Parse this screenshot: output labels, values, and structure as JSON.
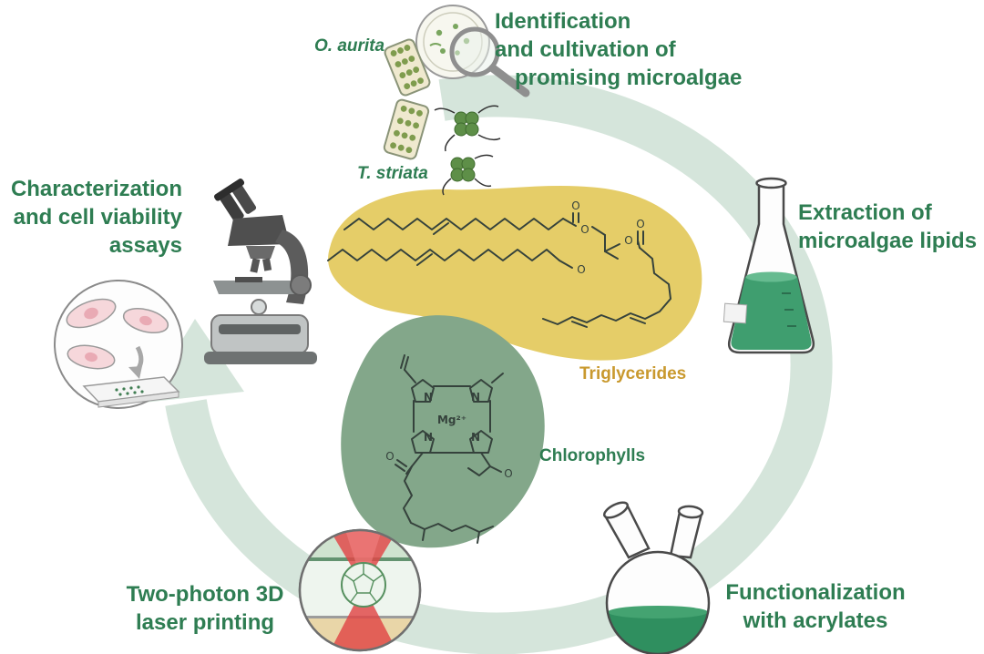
{
  "palette": {
    "green_dark": "#2e7d52",
    "arrow_green": "#d5e5db",
    "yellow_blob": "#e5cd68",
    "sage_blob": "#83a78a",
    "mustard_text": "#c9992e",
    "laser_red": "#e04545",
    "liquid_green": "#3f9e6f",
    "liquid_dark": "#2f8f5f",
    "cell_pink": "#f6d7db"
  },
  "stages": {
    "identification": {
      "lines": [
        "Identification",
        "and cultivation of",
        "promising microalgae"
      ]
    },
    "extraction": {
      "lines": [
        "Extraction of",
        "microalgae lipids"
      ]
    },
    "functionalization": {
      "lines": [
        "Functionalization",
        "with acrylates"
      ]
    },
    "laser_printing": {
      "lines": [
        "Two-photon 3D",
        "laser printing"
      ]
    },
    "characterization": {
      "lines": [
        "Characterization",
        "and cell viability",
        "assays"
      ]
    }
  },
  "organisms": {
    "o_aurita": "O. aurita",
    "t_striata": "T. striata"
  },
  "molecules": {
    "triglycerides": "Triglycerides",
    "chlorophylls": "Chlorophylls",
    "mg": "Mg²⁺",
    "n": "N",
    "o": "O"
  }
}
